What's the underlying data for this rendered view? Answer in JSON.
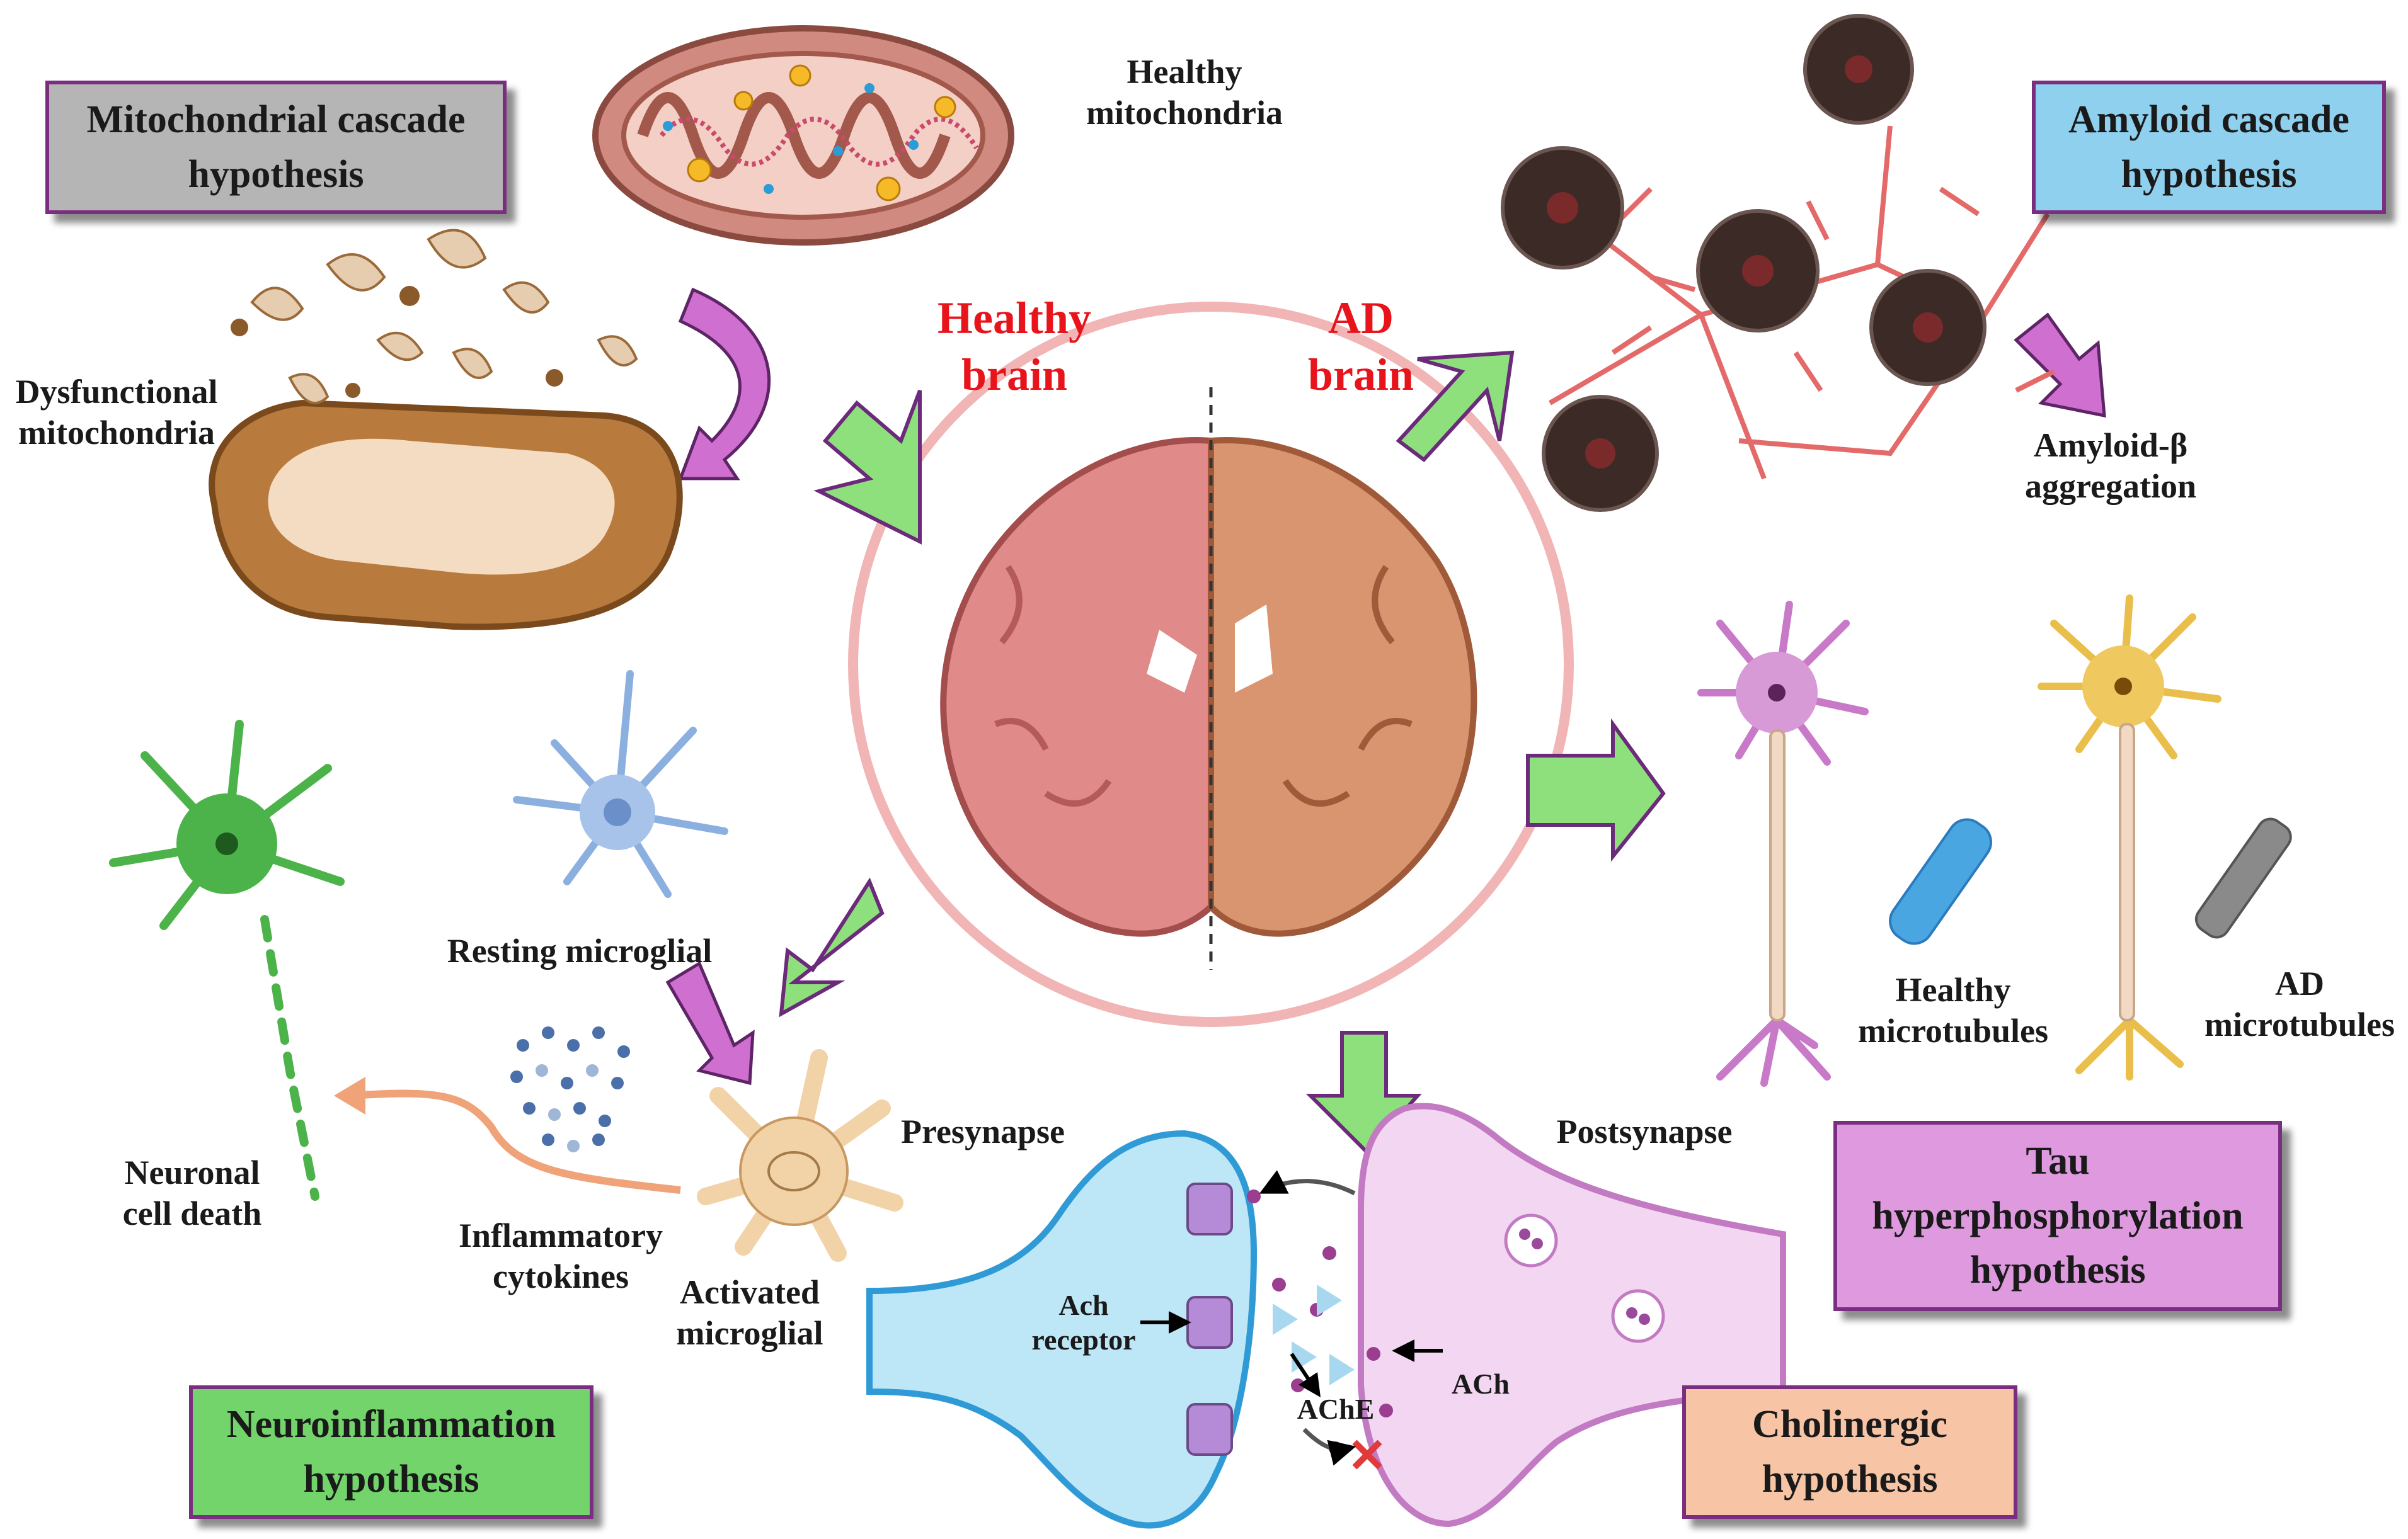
{
  "center": {
    "healthy_brain": "Healthy\nbrain",
    "ad_brain": "AD\nbrain"
  },
  "hypotheses": {
    "mitochondrial": "Mitochondrial cascade\nhypothesis",
    "amyloid": "Amyloid cascade\nhypothesis",
    "tau": "Tau\nhyperphosphorylation\nhypothesis",
    "neuroinflammation": "Neuroinflammation\nhypothesis",
    "cholinergic": "Cholinergic\nhypothesis"
  },
  "labels": {
    "healthy_mitochondria": "Healthy\nmitochondria",
    "dysfunctional_mitochondria": "Dysfunctional\nmitochondria",
    "amyloid_aggregation": "Amyloid-β\naggregation",
    "healthy_microtubules": "Healthy\nmicrotubules",
    "ad_microtubules": "AD\nmicrotubules",
    "resting_microglial": "Resting microglial",
    "activated_microglial": "Activated\nmicroglial",
    "inflammatory_cytokines": "Inflammatory\ncytokines",
    "neuronal_cell_death": "Neuronal\ncell death",
    "presynapse": "Presynapse",
    "postsynapse": "Postsynapse",
    "ach_receptor": "Ach\nreceptor",
    "ache": "AChE",
    "ach": "ACh"
  },
  "colors": {
    "mitochondrial_box": "#b5b5b5",
    "amyloid_box": "#8fd0ee",
    "tau_box": "#df9adf",
    "neuroinflammation_box": "#72d46a",
    "cholinergic_box": "#f7c4a5",
    "arrow_green": "#8ee07c",
    "arrow_purple": "#cf6fd0",
    "center_title_red": "#e8141b"
  }
}
